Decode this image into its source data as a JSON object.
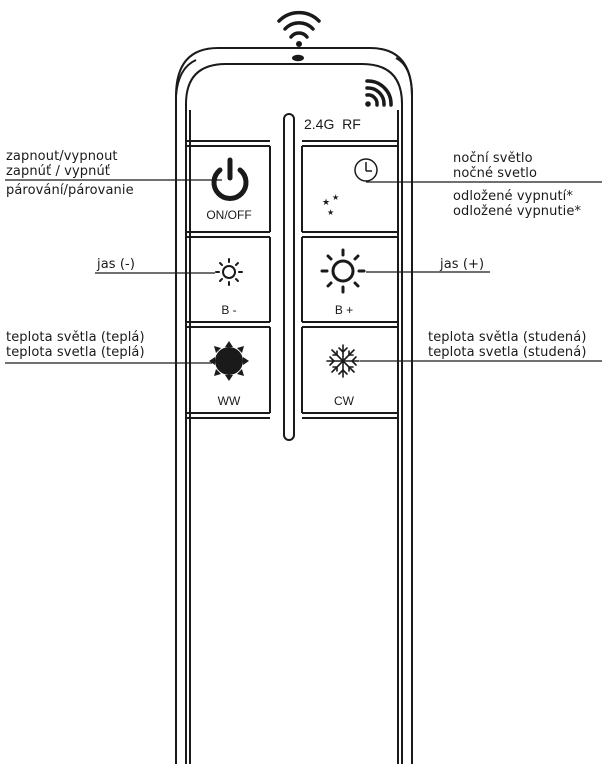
{
  "remote": {
    "rf_label": "2.4G  RF",
    "buttons": {
      "power": "ON/OFF",
      "bright_down": "B -",
      "bright_up": "B +",
      "warm": "WW",
      "cold": "CW"
    }
  },
  "callouts": {
    "power": [
      "zapnout/vypnout",
      "zapnúť / vypnúť",
      "párování/párovanie"
    ],
    "night": [
      "noční světlo",
      "nočné svetlo",
      "odložené vypnutí*",
      "odložené vypnutie*"
    ],
    "bright_down": [
      "jas (-)"
    ],
    "bright_up": [
      "jas (+)"
    ],
    "warm": [
      "teplota světla (teplá)",
      "teplota svetla (teplá)"
    ],
    "cold": [
      "teplota světla (studená)",
      "teplota svetla (studená)"
    ]
  },
  "icons": {
    "wifi": "wifi-icon",
    "signal": "signal-icon",
    "power": "power-icon",
    "night": "clock-moon-icon",
    "bright_down": "small-sun-icon",
    "bright_up": "large-sun-icon",
    "warm": "filled-sun-icon",
    "cold": "snowflake-icon"
  },
  "colors": {
    "stroke": "#1a1a1a",
    "background": "#ffffff"
  }
}
